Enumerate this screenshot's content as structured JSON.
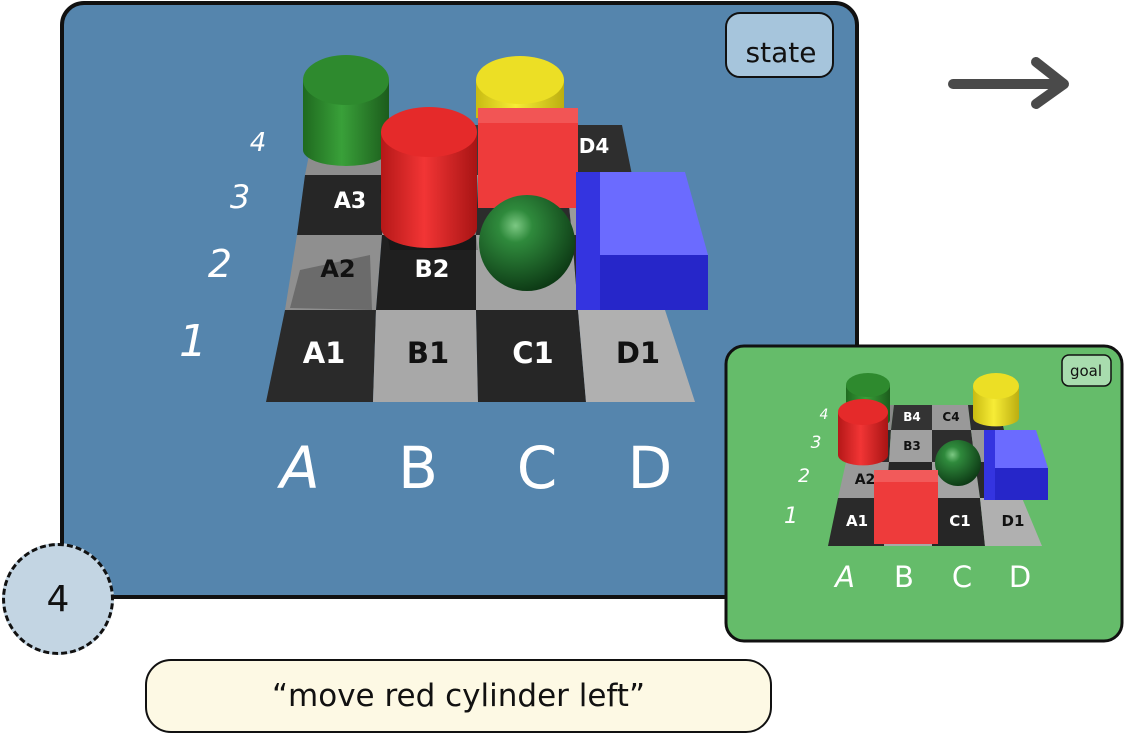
{
  "step": "4",
  "instruction": "“move red cylinder left”",
  "state_panel": {
    "label": "state",
    "background": "#5585ad",
    "row_labels": [
      "4",
      "3",
      "2",
      "1"
    ],
    "col_labels": [
      "A",
      "B",
      "C",
      "D"
    ],
    "cell_labels": {
      "A3": "A3",
      "A2": "A2",
      "B2": "B2",
      "A1": "A1",
      "B1": "B1",
      "C1": "C1",
      "D1": "D1",
      "D4": "D4"
    }
  },
  "goal_panel": {
    "label": "goal",
    "background": "#65bc6a",
    "row_labels": [
      "4",
      "3",
      "2",
      "1"
    ],
    "col_labels": [
      "A",
      "B",
      "C",
      "D"
    ],
    "cell_labels": {
      "B4": "B4",
      "C4": "C4",
      "B3": "B3",
      "A2": "A2",
      "A1": "A1",
      "C1": "C1",
      "D1": "D1"
    }
  },
  "objects": {
    "green_cylinder": "#2e8a2e",
    "red_cylinder": "#e52a2a",
    "yellow_cylinder": "#ecdf25",
    "red_cube": "#ee3b3b",
    "blue_cube": "#3636e8",
    "green_sphere": "#1f6b2a"
  },
  "arrow": "right-arrow-icon"
}
